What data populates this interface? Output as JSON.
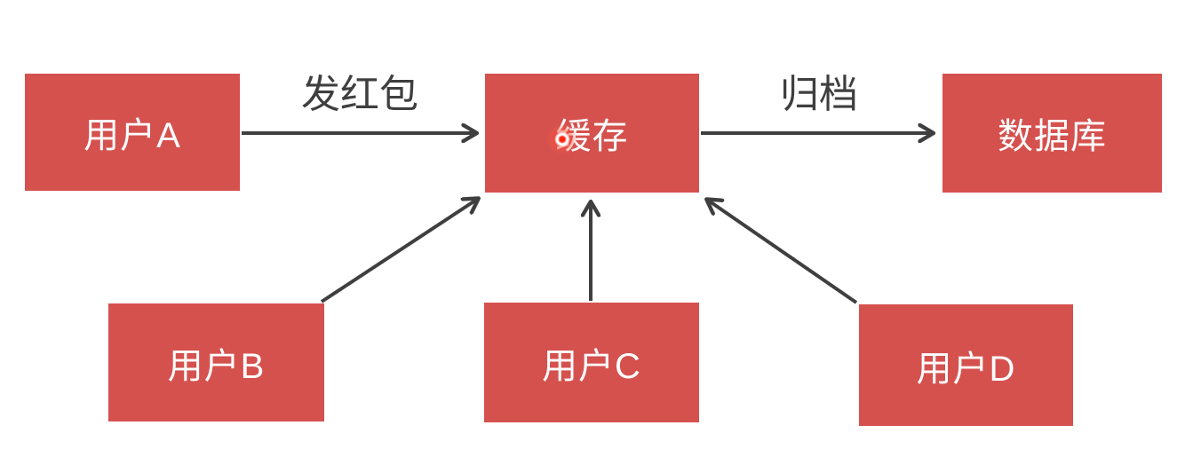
{
  "diagram": {
    "title": "red-packet cache flow diagram",
    "nodes": [
      {
        "id": "userA",
        "label": "用户A"
      },
      {
        "id": "cache",
        "label": "缓存"
      },
      {
        "id": "database",
        "label": "数据库"
      },
      {
        "id": "userB",
        "label": "用户B"
      },
      {
        "id": "userC",
        "label": "用户C"
      },
      {
        "id": "userD",
        "label": "用户D"
      }
    ],
    "edges": [
      {
        "from": "userA",
        "to": "cache",
        "label": "发红包"
      },
      {
        "from": "cache",
        "to": "database",
        "label": "归档"
      },
      {
        "from": "userB",
        "to": "cache",
        "label": ""
      },
      {
        "from": "userC",
        "to": "cache",
        "label": ""
      },
      {
        "from": "userD",
        "to": "cache",
        "label": ""
      }
    ],
    "colors": {
      "node_fill": "#d5514e",
      "node_text": "#ffffff",
      "arrow": "#3f3f3f",
      "label_text": "#3f3f3f",
      "cursor_indicator": "#ff2a12",
      "background": "#ffffff"
    }
  }
}
